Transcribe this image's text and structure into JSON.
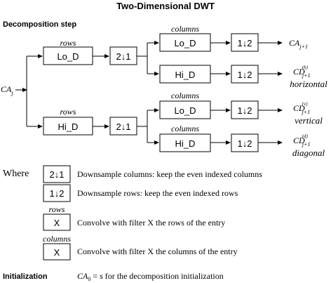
{
  "title": "Two-Dimensional DWT",
  "decomposition": {
    "heading": "Decomposition step",
    "input": {
      "base": "CA",
      "sub": "j"
    },
    "rows_label": "rows",
    "columns_label": "columns",
    "lo_d": "Lo_D",
    "hi_d": "Hi_D",
    "down_cols": "2↓1",
    "down_rows": "1↓2",
    "outputs": [
      {
        "base": "CA",
        "sub": "j+1",
        "sup": "",
        "caption": ""
      },
      {
        "base": "CD",
        "sub": "j+1",
        "sup": "(h)",
        "caption": "horizontal"
      },
      {
        "base": "CD",
        "sub": "j+1",
        "sup": "(v)",
        "caption": "vertical"
      },
      {
        "base": "CD",
        "sub": "j+1",
        "sup": "(d)",
        "caption": "diagonal"
      }
    ]
  },
  "legend": {
    "where": "Where",
    "down_cols_box": "2↓1",
    "down_cols_text": "Downsample columns: keep the even indexed columns",
    "down_rows_box": "1↓2",
    "down_rows_text": "Downsample rows: keep the even indexed rows",
    "rows_label": "rows",
    "x_box": "X",
    "rows_text": "Convolve with filter X the rows of the entry",
    "columns_label": "columns",
    "columns_text": "Convolve with filter X the columns of the entry"
  },
  "initialization": {
    "heading": "Initialization",
    "ca_base": "CA",
    "ca_sub": "0",
    "text": " = s for the decomposition initialization"
  }
}
